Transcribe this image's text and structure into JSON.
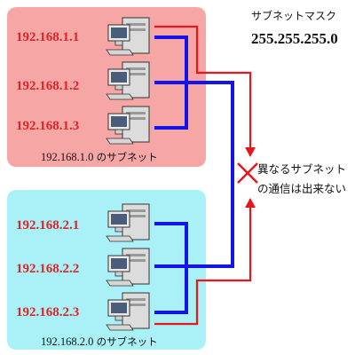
{
  "subnet_mask": {
    "title": "サブネットマスク",
    "value": "255.255.255.0"
  },
  "subnets": [
    {
      "caption_ip": "192.168.1.0",
      "caption_suffix": "のサブネット",
      "color": "#f7a6a6",
      "hosts": [
        "192.168.1.1",
        "192.168.1.2",
        "192.168.1.3"
      ]
    },
    {
      "caption_ip": "192.168.2.0",
      "caption_suffix": "のサブネット",
      "color": "#a9f1f7",
      "hosts": [
        "192.168.2.1",
        "192.168.2.2",
        "192.168.2.3"
      ]
    }
  ],
  "blocked_note": {
    "line1": "異なるサブネット",
    "line2": "の通信は出来ない",
    "icon": "cross-mark"
  },
  "colors": {
    "blue_wire": "#1414e6",
    "red_wire": "#e8161b",
    "ip_text": "#d8262a"
  }
}
